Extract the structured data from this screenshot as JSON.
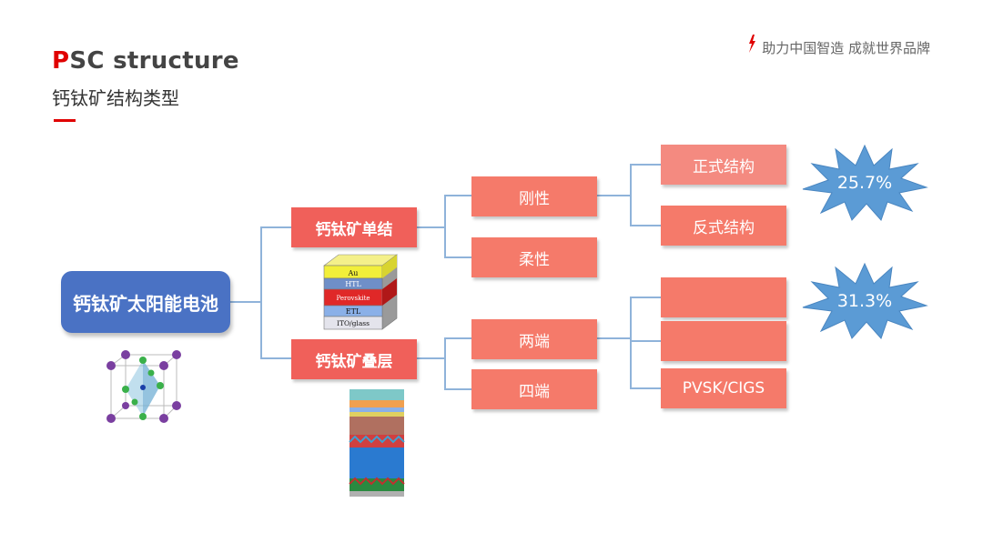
{
  "header": {
    "title_accent": "P",
    "title_rest": "SC structure",
    "subtitle": "钙钛矿结构类型",
    "slogan": "助力中国智造  成就世界品牌"
  },
  "diagram": {
    "root": "钙钛矿太阳能电池",
    "single": "钙钛矿单结",
    "tandem": "钙钛矿叠层",
    "rigid": "刚性",
    "flexible": "柔性",
    "two_terminal": "两端",
    "four_terminal": "四端",
    "formal": "正式结构",
    "inverted": "反式结构",
    "blank1": "",
    "blank2": "",
    "pvsk_cigs": "PVSK/CIGS",
    "eff_single": "25.7%",
    "eff_tandem": "31.3%"
  },
  "stack": {
    "layers": [
      "Au",
      "HTL",
      "Perovskite",
      "ETL",
      "ITO/glass"
    ]
  },
  "colors": {
    "accent_red": "#e00000",
    "root_blue": "#4a72c4",
    "node_salmon": "#f57a6a",
    "star_blue": "#5b9bd5",
    "connector": "#8fb3da"
  }
}
